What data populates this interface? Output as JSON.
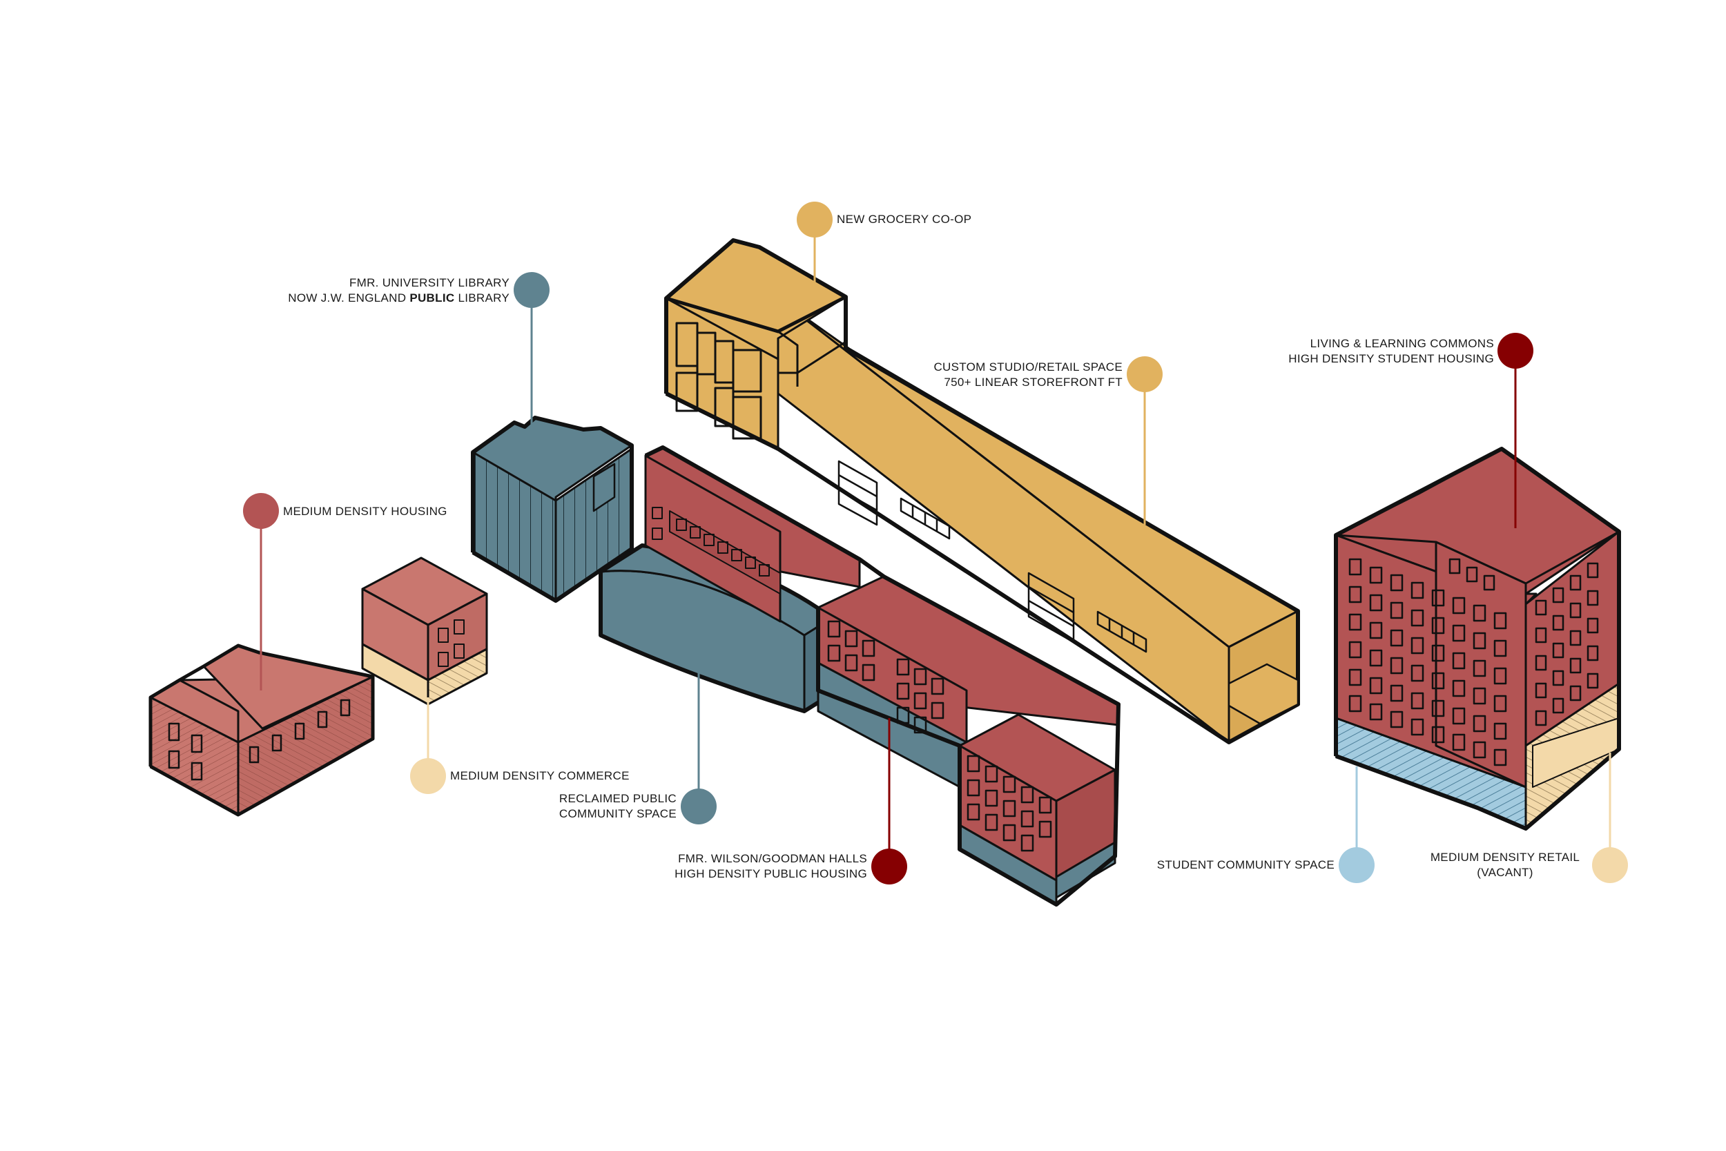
{
  "colors": {
    "grocery": "#e1b25f",
    "library": "#5f8390",
    "housing_red": "#b35454",
    "med_housing": "#c9776f",
    "commerce": "#f3d9a9",
    "student_space": "#a3cbdf",
    "dark_red": "#860002",
    "outline": "#111111"
  },
  "labels": {
    "grocery": "NEW GROCERY CO-OP",
    "library_line1": "FMR. UNIVERSITY LIBRARY",
    "library_line2_a": "NOW J.W. ENGLAND ",
    "library_line2_b": "PUBLIC",
    "library_line2_c": " LIBRARY",
    "studio_line1": "CUSTOM STUDIO/RETAIL SPACE",
    "studio_line2": "750+ LINEAR STOREFRONT FT",
    "commons_line1": "LIVING & LEARNING COMMONS",
    "commons_line2": "HIGH DENSITY STUDENT HOUSING",
    "med_housing": "MEDIUM DENSITY HOUSING",
    "med_commerce": "MEDIUM DENSITY COMMERCE",
    "reclaimed_line1": "RECLAIMED PUBLIC",
    "reclaimed_line2": "COMMUNITY SPACE",
    "halls_line1": "FMR. WILSON/GOODMAN HALLS",
    "halls_line2": "HIGH DENSITY PUBLIC HOUSING",
    "student_space": "STUDENT COMMUNITY SPACE",
    "retail_line1": "MEDIUM DENSITY RETAIL",
    "retail_line2": "(VACANT)"
  }
}
